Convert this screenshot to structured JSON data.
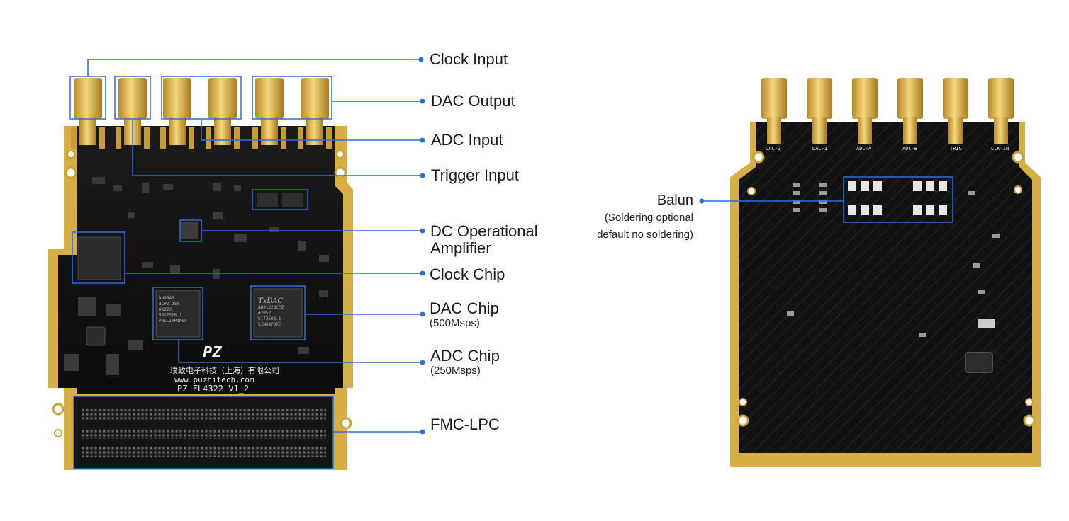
{
  "board_front": {
    "company_text": "璞致电子科技（上海）有限公司",
    "website_text": "www.puzhitech.com",
    "model_text": "PZ-FL4322-V1_2",
    "logo_text": "PZ",
    "adc_chip_marking": [
      "AD9643",
      "BCPZ-250",
      "#2223",
      "5027516.1",
      "PHILIPPINES"
    ],
    "dac_chip_marking": [
      "TxDAC",
      "AD9122BCPZ",
      "#2052",
      "5173508.1",
      "SINGAPORE"
    ]
  },
  "board_back": {
    "connector_labels": [
      "DAC-2",
      "DAC-1",
      "ADC-A",
      "ADC-B",
      "TRIG",
      "CLK-IN"
    ]
  },
  "callouts": {
    "clock_input": "Clock Input",
    "dac_output": "DAC Output",
    "adc_input": "ADC Input",
    "trigger_input": "Trigger Input",
    "dc_op_amp_line1": "DC Operational",
    "dc_op_amp_line2": "Amplifier",
    "clock_chip": "Clock Chip",
    "dac_chip": "DAC Chip",
    "dac_chip_sub": "(500Msps)",
    "adc_chip": "ADC Chip",
    "adc_chip_sub": "(250Msps)",
    "fmc_lpc": "FMC-LPC",
    "balun": "Balun",
    "balun_sub1": "(Soldering optional",
    "balun_sub2": "default no soldering)"
  },
  "colors": {
    "callout_line": "#2d6fd6",
    "pcb_black": "#141414",
    "gold": "#d9b24a",
    "background": "#ffffff"
  }
}
